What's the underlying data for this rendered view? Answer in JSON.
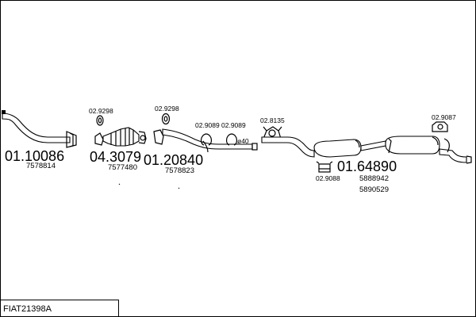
{
  "diagram_ref": "FIAT21398A",
  "parts": [
    {
      "id": "front-pipe",
      "number": "01.10086",
      "oe": "7578814"
    },
    {
      "id": "catalyst",
      "number": "04.3079",
      "oe": "7577480"
    },
    {
      "id": "middle-pipe",
      "number": "01.20840",
      "oe": "7578823"
    },
    {
      "id": "rear-silencer",
      "number": "01.64890",
      "oe": [
        "5888942",
        "5890529"
      ]
    }
  ],
  "accessories": [
    "02.9298",
    "02.9298",
    "02.9089",
    "02.9089",
    "02.8135",
    "02.9088",
    "02.9087"
  ],
  "pipe_diameter": "ø40"
}
